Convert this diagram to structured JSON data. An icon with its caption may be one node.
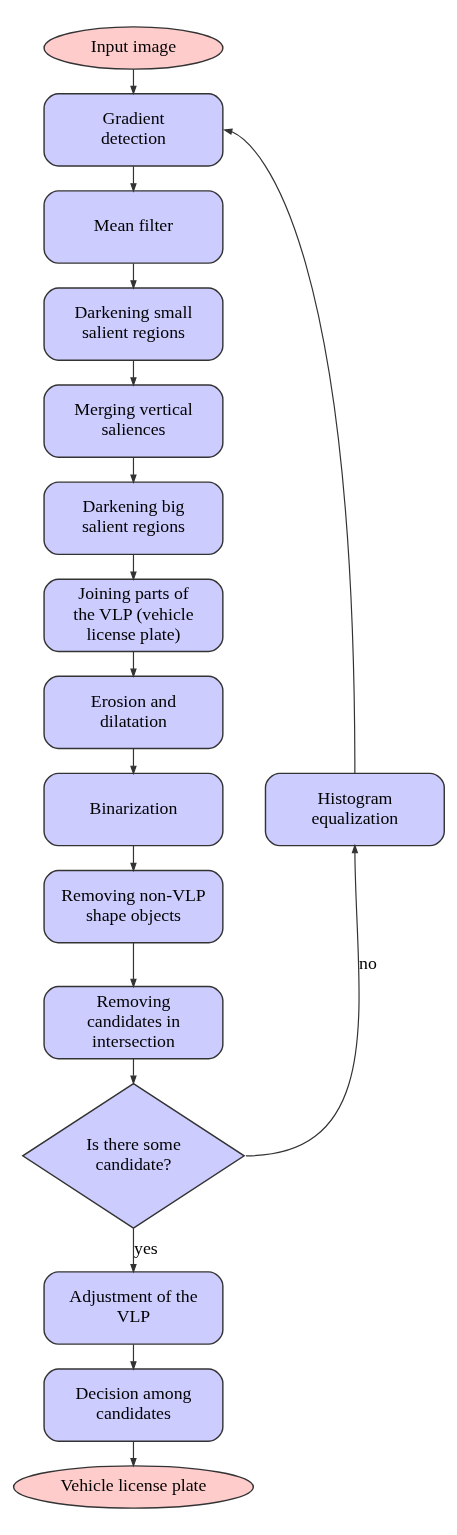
{
  "diagram": {
    "nodes": [
      {
        "text": [
          "Input image"
        ]
      },
      {
        "text": [
          "Gradient detection"
        ]
      },
      {
        "text": [
          "Mean filter"
        ]
      },
      {
        "text": [
          "Darkening small salient regions"
        ]
      },
      {
        "text": [
          "Merging vertical saliences"
        ]
      },
      {
        "text": [
          "Darkening big salient regions"
        ]
      },
      {
        "text": [
          "Joining parts of the VLP (vehicle license plate)"
        ]
      },
      {
        "text": [
          "Erosion and dilatation"
        ]
      },
      {
        "text": [
          "Histogram equalization"
        ]
      },
      {
        "text": [
          "Binarization"
        ]
      },
      {
        "text": [
          "Removing non-VLP shape objects"
        ]
      },
      {
        "text": [
          "Removing candidates in intersection"
        ]
      },
      {
        "text": [
          "Is there some candidate?"
        ]
      },
      {
        "text": [
          "Adjustment of the VLP"
        ]
      },
      {
        "text": [
          "Decision among candidates"
        ]
      },
      {
        "text": [
          "Vehicle license plate"
        ]
      }
    ],
    "edges": [
      {
        "from": 0,
        "to": 1,
        "arrow": "to"
      },
      {
        "from": 1,
        "to": 2,
        "arrow": "to"
      },
      {
        "from": 2,
        "to": 3,
        "arrow": "to"
      },
      {
        "from": 3,
        "to": 4,
        "arrow": "to"
      },
      {
        "from": 4,
        "to": 5,
        "arrow": "to"
      },
      {
        "from": 5,
        "to": 6,
        "arrow": "to"
      },
      {
        "from": 6,
        "to": 7,
        "arrow": "to"
      },
      {
        "from": 7,
        "to": 9,
        "arrow": "to"
      },
      {
        "from": 9,
        "to": 10,
        "arrow": "to"
      },
      {
        "from": 10,
        "to": 11,
        "arrow": "to"
      },
      {
        "from": 11,
        "to": 12,
        "arrow": "to"
      },
      {
        "from": 12,
        "to": 8,
        "label": "no",
        "arrow": "to"
      },
      {
        "from": 8,
        "to": 1,
        "arrow": "to"
      },
      {
        "from": 12,
        "to": 13,
        "label": "yes",
        "arrow": "to"
      },
      {
        "from": 13,
        "to": 14,
        "arrow": "to"
      },
      {
        "from": 14,
        "to": 15,
        "arrow": "to"
      }
    ]
  }
}
